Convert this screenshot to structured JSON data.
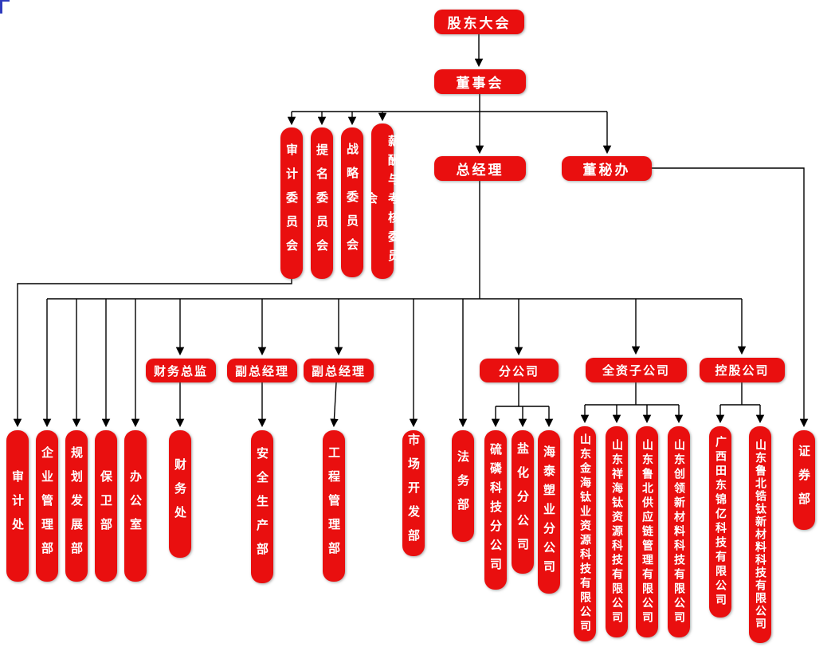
{
  "colors": {
    "node_bg": "#e90f0f",
    "node_text": "#ffffff",
    "line": "#000000"
  },
  "nodes": {
    "shareholders": {
      "label": "股东大会"
    },
    "board": {
      "label": "董事会"
    },
    "audit_committee": {
      "label": "审计委员会"
    },
    "nomination_committee": {
      "label": "提名委员会"
    },
    "strategy_committee": {
      "label": "战略委员会"
    },
    "compensation_committee": {
      "label": "薪酬与考核委员会"
    },
    "general_manager": {
      "label": "总经理"
    },
    "board_secretary_office": {
      "label": "董秘办"
    },
    "cfo": {
      "label": "财务总监"
    },
    "deputy_gm_1": {
      "label": "副总经理"
    },
    "deputy_gm_2": {
      "label": "副总经理"
    },
    "branch_companies": {
      "label": "分公司"
    },
    "wholly_owned_subsidiaries": {
      "label": "全资子公司"
    },
    "holding_companies": {
      "label": "控股公司"
    },
    "audit_office": {
      "label": "审计处"
    },
    "enterprise_management": {
      "label": "企业管理部"
    },
    "planning_development": {
      "label": "规划发展部"
    },
    "security_department": {
      "label": "保卫部"
    },
    "general_office": {
      "label": "办公室"
    },
    "finance_office": {
      "label": "财务处"
    },
    "safety_production": {
      "label": "安全生产部"
    },
    "engineering_management": {
      "label": "工程管理部"
    },
    "market_development": {
      "label": "市场开发部"
    },
    "legal_department": {
      "label": "法务部"
    },
    "sulfur_phosphorus_branch": {
      "label": "硫磷科技分公司"
    },
    "salt_chemical_branch": {
      "label": "盐化分公司"
    },
    "haitai_plastics_branch": {
      "label": "海泰塑业分公司"
    },
    "jinhai_titanium": {
      "label": "山东金海钛业资源科技有限公司"
    },
    "xianghai_titanium": {
      "label": "山东祥海钛资源科技有限公司"
    },
    "lubei_supply_chain": {
      "label": "山东鲁北供应链管理有限公司"
    },
    "chuangling_materials": {
      "label": "山东创领新材料科技有限公司"
    },
    "guangxi_jinyi": {
      "label": "广西田东锦亿科技有限公司"
    },
    "lubei_zirconium_titanium": {
      "label": "山东鲁北锆钛新材料科技有限公司"
    },
    "securities_department": {
      "label": "证券部"
    }
  }
}
